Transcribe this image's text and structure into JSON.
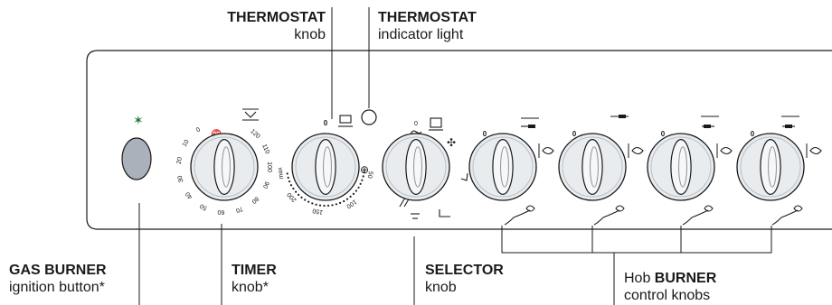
{
  "callouts": {
    "thermostat_knob": {
      "bold": "THERMOSTAT",
      "sub": "knob"
    },
    "thermostat_light": {
      "bold": "THERMOSTAT",
      "sub": "indicator light"
    },
    "gas_burner": {
      "bold": "GAS BURNER",
      "sub": "ignition button*"
    },
    "timer": {
      "bold": "TIMER",
      "sub": "knob*"
    },
    "selector": {
      "bold": "SELECTOR",
      "sub": "knob"
    },
    "hob": {
      "pre": "Hob ",
      "bold": "BURNER",
      "sub": "control knobs"
    }
  },
  "timer_scale": [
    "0",
    "10",
    "20",
    "30",
    "40",
    "50",
    "60",
    "70",
    "80",
    "90",
    "100",
    "110",
    "120"
  ],
  "thermostat_scale": [
    "0",
    "50",
    "100",
    "150",
    "200",
    "max"
  ],
  "selector_scale": [
    "0"
  ],
  "hob_scale": [
    "0",
    "0",
    "0",
    "0"
  ],
  "colors": {
    "line": "#1a1a1a",
    "knob": "#e9ecef",
    "button": "#a9b1ba",
    "star": "#1f7a3a"
  }
}
